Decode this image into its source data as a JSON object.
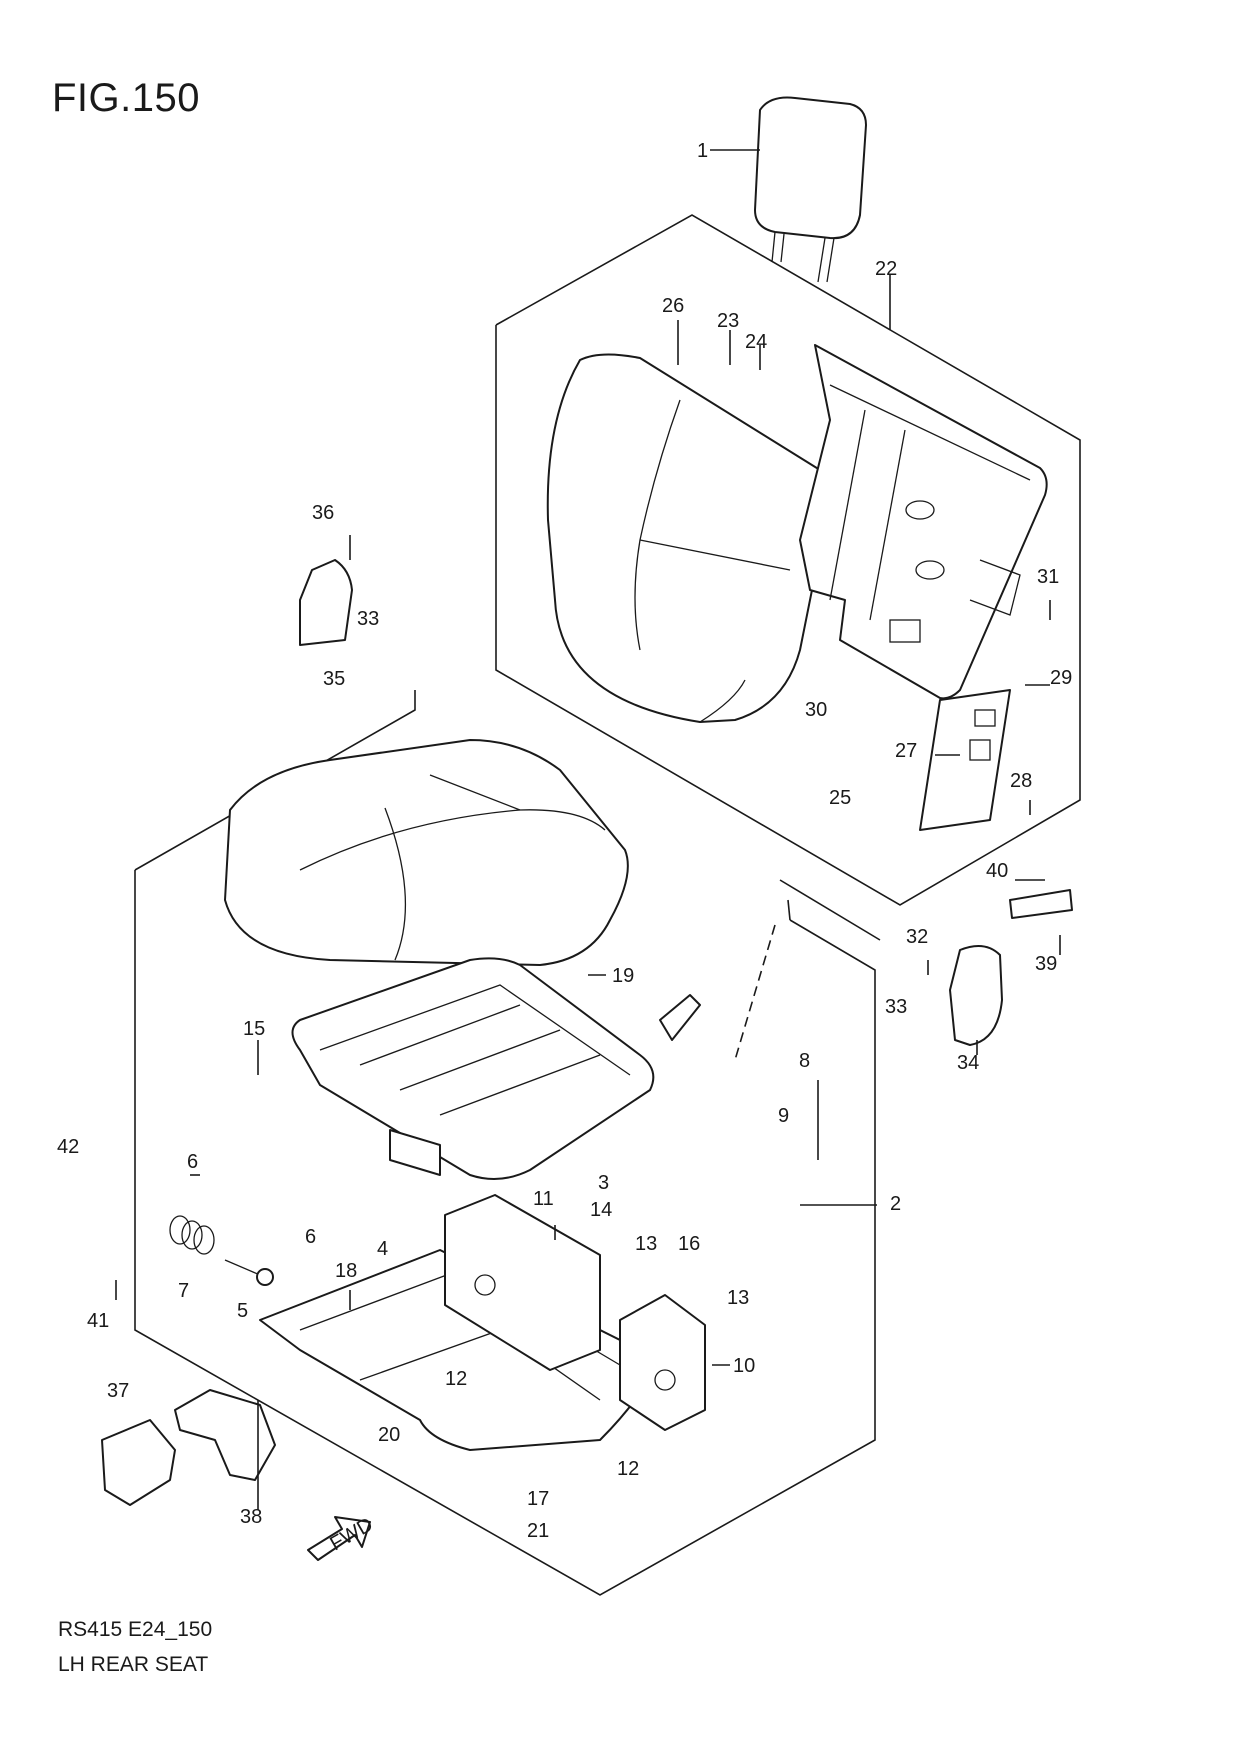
{
  "figure": {
    "title": "FIG.150"
  },
  "footer": {
    "code": "RS415 E24_150",
    "name": "LH REAR SEAT"
  },
  "fwd_arrow": {
    "label": "FWD"
  },
  "callouts": [
    "1",
    "2",
    "3",
    "4",
    "5",
    "6",
    "6",
    "7",
    "8",
    "9",
    "10",
    "11",
    "12",
    "12",
    "13",
    "13",
    "14",
    "15",
    "16",
    "17",
    "18",
    "19",
    "20",
    "21",
    "22",
    "23",
    "24",
    "25",
    "26",
    "27",
    "28",
    "29",
    "30",
    "31",
    "32",
    "33",
    "33",
    "34",
    "35",
    "36",
    "37",
    "38",
    "39",
    "40",
    "41",
    "42"
  ]
}
